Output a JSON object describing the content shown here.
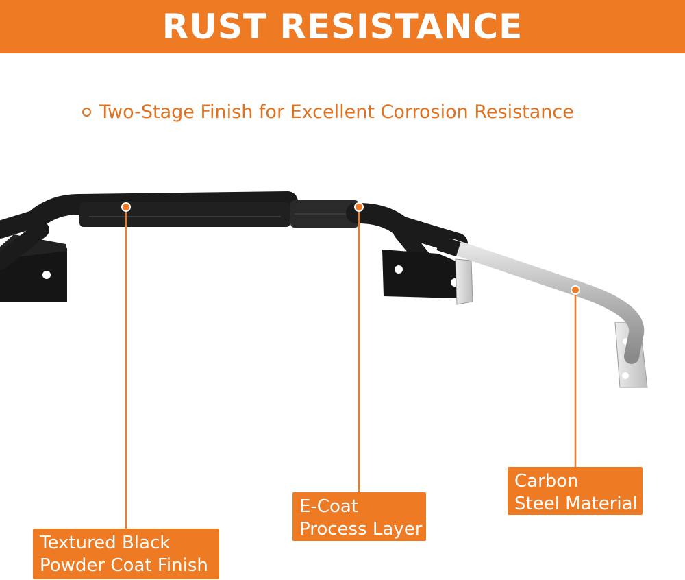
{
  "banner": {
    "title": "RUST RESISTANCE",
    "color": "#ee7a24"
  },
  "subtitle": {
    "text": "Two-Stage Finish for Excellent Corrosion Resistance"
  },
  "product": {
    "name_icon": "pull-up-bar-icon"
  },
  "callouts": [
    {
      "lines": [
        "Textured Black",
        "Powder Coat Finish"
      ]
    },
    {
      "lines": [
        "E-Coat",
        "Process Layer"
      ]
    },
    {
      "lines": [
        "Carbon",
        "Steel Material"
      ]
    }
  ],
  "colors": {
    "accent": "#ee7a24",
    "bar_black": "#1b1b1b",
    "bar_steel": "#b9b9b9"
  }
}
